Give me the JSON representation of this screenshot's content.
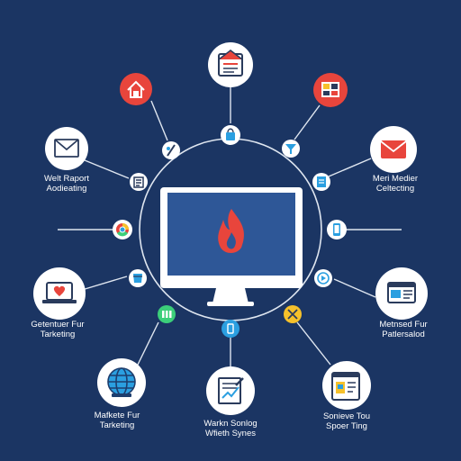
{
  "colors": {
    "background": "#1b3563",
    "connector": "#dfe6f0",
    "node_white": "#ffffff",
    "node_red": "#e8453c",
    "node_blue": "#2b9fe0",
    "node_green": "#3ccf7a",
    "node_yellow": "#f6c12b",
    "screen": "#2e5797",
    "flame": "#e8453c"
  },
  "center": {
    "device": "desktop-monitor",
    "screen_icon": "flame-icon"
  },
  "nodes": [
    {
      "id": "top",
      "icon": "document-icon"
    },
    {
      "id": "home",
      "icon": "home-icon"
    },
    {
      "id": "gallery",
      "icon": "photo-grid-icon"
    },
    {
      "id": "email-left",
      "icon": "email-icon"
    },
    {
      "id": "email-right",
      "icon": "mail-icon"
    },
    {
      "id": "laptop",
      "icon": "laptop-heart-icon"
    },
    {
      "id": "video",
      "icon": "video-window-icon"
    },
    {
      "id": "globe",
      "icon": "globe-icon"
    },
    {
      "id": "report",
      "icon": "chart-report-icon"
    },
    {
      "id": "presentation",
      "icon": "presentation-icon"
    }
  ],
  "small_nodes": [
    {
      "id": "s1",
      "icon": "bag-icon"
    },
    {
      "id": "s2",
      "icon": "pen-icon"
    },
    {
      "id": "s3",
      "icon": "funnel-icon"
    },
    {
      "id": "s4",
      "icon": "list-icon"
    },
    {
      "id": "s5",
      "icon": "file-icon"
    },
    {
      "id": "s6",
      "icon": "chrome-icon"
    },
    {
      "id": "s7",
      "icon": "phone-icon"
    },
    {
      "id": "s8",
      "icon": "cup-icon"
    },
    {
      "id": "s9",
      "icon": "play-icon"
    },
    {
      "id": "s10",
      "icon": "dots-icon"
    },
    {
      "id": "s11",
      "icon": "tag-icon"
    },
    {
      "id": "s12",
      "icon": "tools-icon"
    }
  ],
  "labels": {
    "top_left": [
      "Welt Raport",
      "Aodieating"
    ],
    "top_right": [
      "Meri Medier",
      "Celtecting"
    ],
    "mid_left": [
      "Getentuer Fur",
      "Tarketing"
    ],
    "mid_right": [
      "Metnsed Fur",
      "Patlersalod"
    ],
    "bottom_left": [
      "Mafkete Fur",
      "Tarketing"
    ],
    "bottom_center": [
      "Warkn Sonlog",
      "Wfieth Synes"
    ],
    "bottom_right": [
      "Sonieve Tou",
      "Spoer Ting"
    ]
  }
}
